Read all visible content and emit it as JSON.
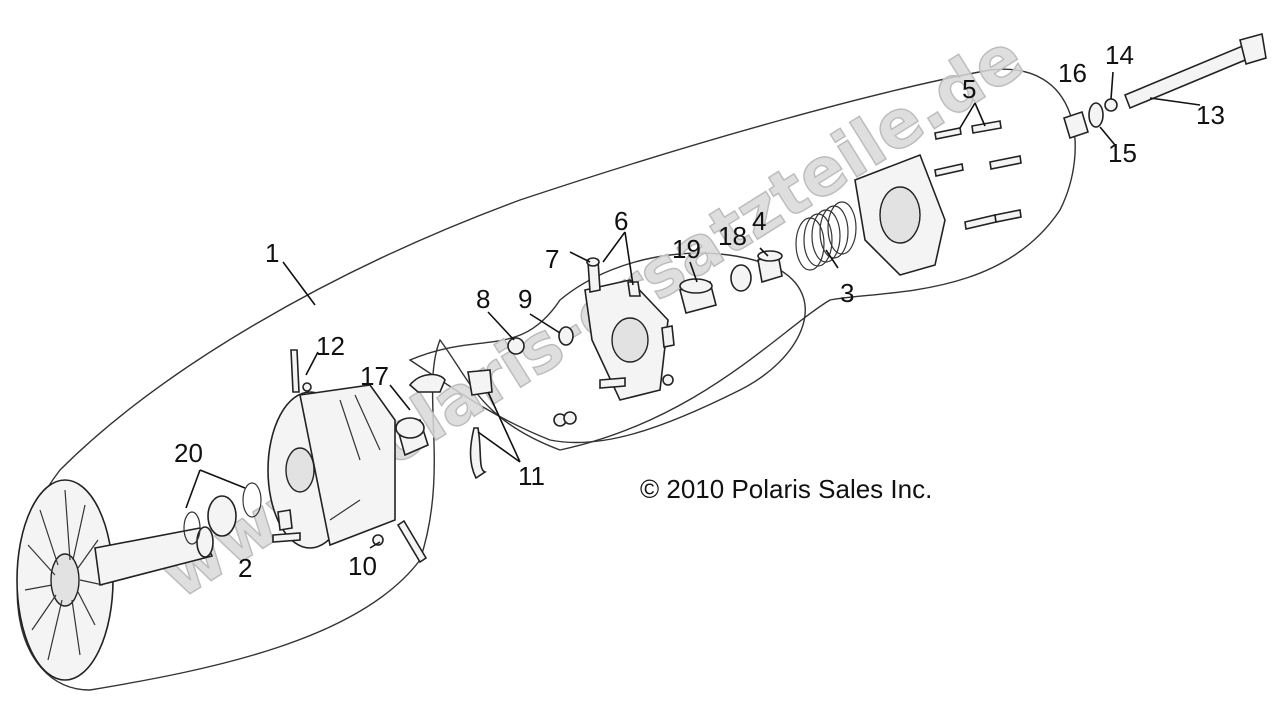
{
  "copyright": "© 2010 Polaris Sales Inc.",
  "watermark": "www.polaris-ersatzteile.de",
  "callouts": [
    "1",
    "2",
    "3",
    "4",
    "5",
    "6",
    "7",
    "8",
    "9",
    "10",
    "11",
    "12",
    "13",
    "14",
    "15",
    "16",
    "17",
    "18",
    "19",
    "20"
  ]
}
